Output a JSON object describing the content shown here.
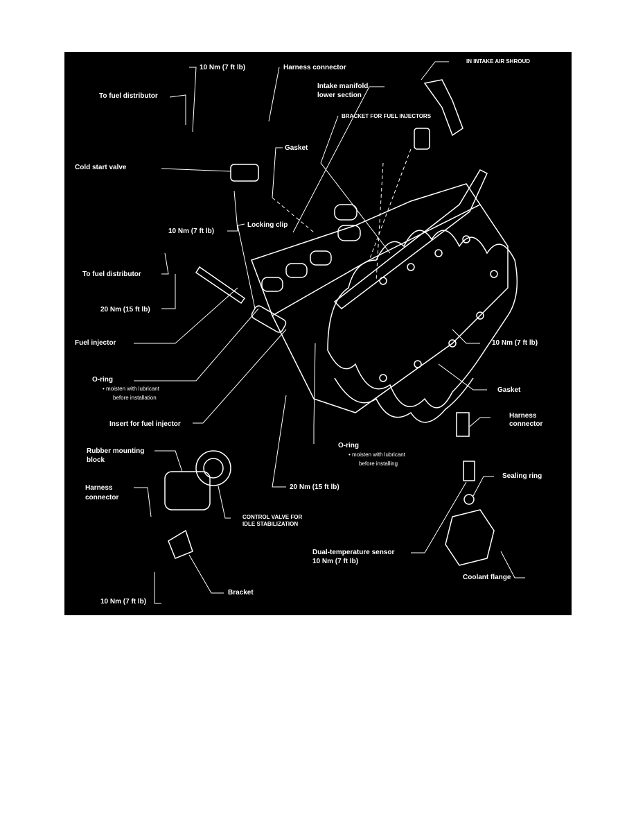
{
  "labels": {
    "torque_top": "10 Nm (7 ft lb)",
    "harness_top": "Harness connector",
    "to_fuel_distributor_top": "To fuel distributor",
    "intake_air_shroud": "IN INTAKE AIR SHROUD",
    "intake_manifold_1": "Intake manifold",
    "intake_manifold_2": "lower section",
    "bracket_injectors": "BRACKET FOR FUEL INJECTORS",
    "gasket_top": "Gasket",
    "cold_start_valve": "Cold start valve",
    "torque_cold_start": "10 Nm (7 ft lb)",
    "locking_clip": "Locking clip",
    "to_fuel_distributor_mid": "To fuel distributor",
    "torque_20_left": "20 Nm (15 ft lb)",
    "fuel_injector": "Fuel injector",
    "torque_right": "10 Nm (7 ft lb)",
    "oring_left": "O-ring",
    "oring_left_note_1": "• moisten with lubricant",
    "oring_left_note_2": "before installation",
    "gasket_right": "Gasket",
    "insert_fuel_injector": "Insert for fuel injector",
    "harness_right_1": "Harness",
    "harness_right_2": "connector",
    "oring_mid": "O-ring",
    "oring_mid_note_1": "• moisten with lubricant",
    "oring_mid_note_2": "before installing",
    "rubber_block_1": "Rubber mounting",
    "rubber_block_2": "block",
    "sealing_ring": "Sealing ring",
    "torque_20_mid": "20 Nm (15 ft lb)",
    "harness_left_1": "Harness",
    "harness_left_2": "connector",
    "control_valve_1": "CONTROL VALVE FOR",
    "control_valve_2": "IDLE STABILIZATION",
    "dual_temp_1": "Dual-temperature sensor",
    "dual_temp_2": "10 Nm (7 ft lb)",
    "coolant_flange": "Coolant flange",
    "bracket_bottom": "Bracket",
    "torque_bottom": "10 Nm (7 ft lb)"
  },
  "colors": {
    "background": "#000000",
    "foreground": "#ffffff"
  }
}
